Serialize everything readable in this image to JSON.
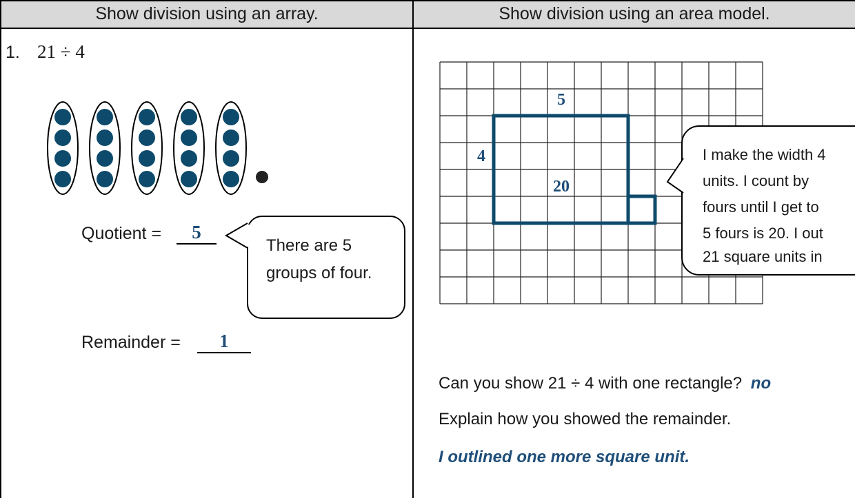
{
  "headers": {
    "left": "Show division using an array.",
    "right": "Show division using an area model."
  },
  "problem": {
    "number": "1.",
    "expression": "21 ÷ 4"
  },
  "array": {
    "groups": 5,
    "per_group": 4,
    "leftover": 1,
    "dot_color": "#0d4a6b"
  },
  "quotient": {
    "label": "Quotient =",
    "answer": "5"
  },
  "remainder": {
    "label": "Remainder =",
    "answer": "1"
  },
  "bubble_left": {
    "line1": "There are 5",
    "line2": "groups of four."
  },
  "area_model": {
    "grid_color": "#222222",
    "outline_color": "#0d4a6b",
    "width_label": "4",
    "length_label": "5",
    "area_label": "20",
    "rectangle_columns": 5,
    "rectangle_rows": 4,
    "extra_units": 1
  },
  "bubble_right": {
    "line1": "I make the width 4",
    "line2": "units.  I count by",
    "line3": "fours until I get to",
    "line4": "5 fours is 20.  I out",
    "line5": "21 square units in"
  },
  "questions": {
    "q1": "Can you show 21 ÷ 4 with one rectangle?",
    "q1_answer": "no",
    "q2": "Explain how you showed the remainder.",
    "q2_answer": "I outlined one more square unit."
  }
}
